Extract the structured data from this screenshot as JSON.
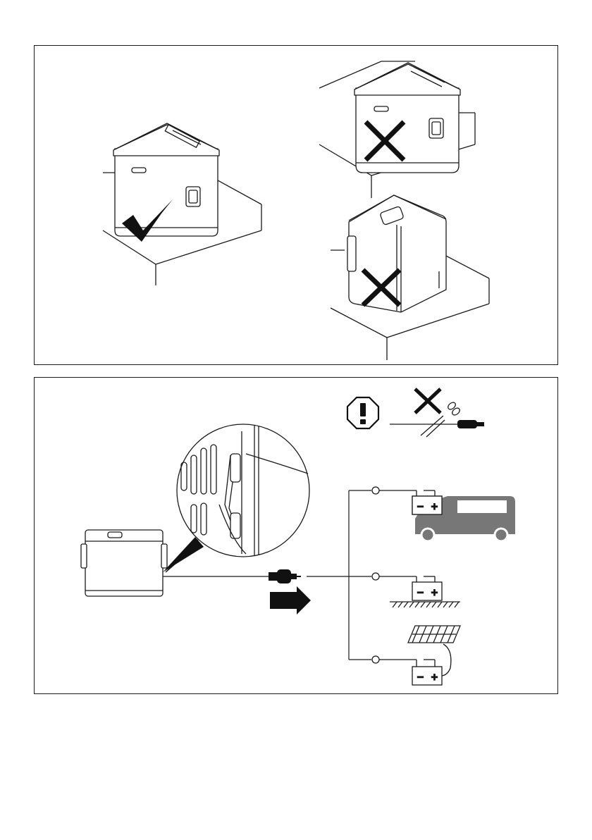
{
  "figure_top": {
    "placement_correct": "checkmark-icon",
    "placement_wrong_edge": "cross-icon",
    "placement_wrong_side": "cross-icon"
  },
  "figure_bottom": {
    "warning": "exclamation-octagon-icon",
    "no_cut_cable": "cross-icon",
    "direction": "arrow-right-icon",
    "battery_terminals": {
      "minus": "−",
      "plus": "+"
    },
    "sources": [
      "vehicle-battery",
      "ground-battery",
      "solar-panel-battery"
    ]
  },
  "colors": {
    "line": "#1a1a1a",
    "fill_dark": "#3a3a3a",
    "van_gray": "#777777",
    "body": "#ffffff"
  }
}
